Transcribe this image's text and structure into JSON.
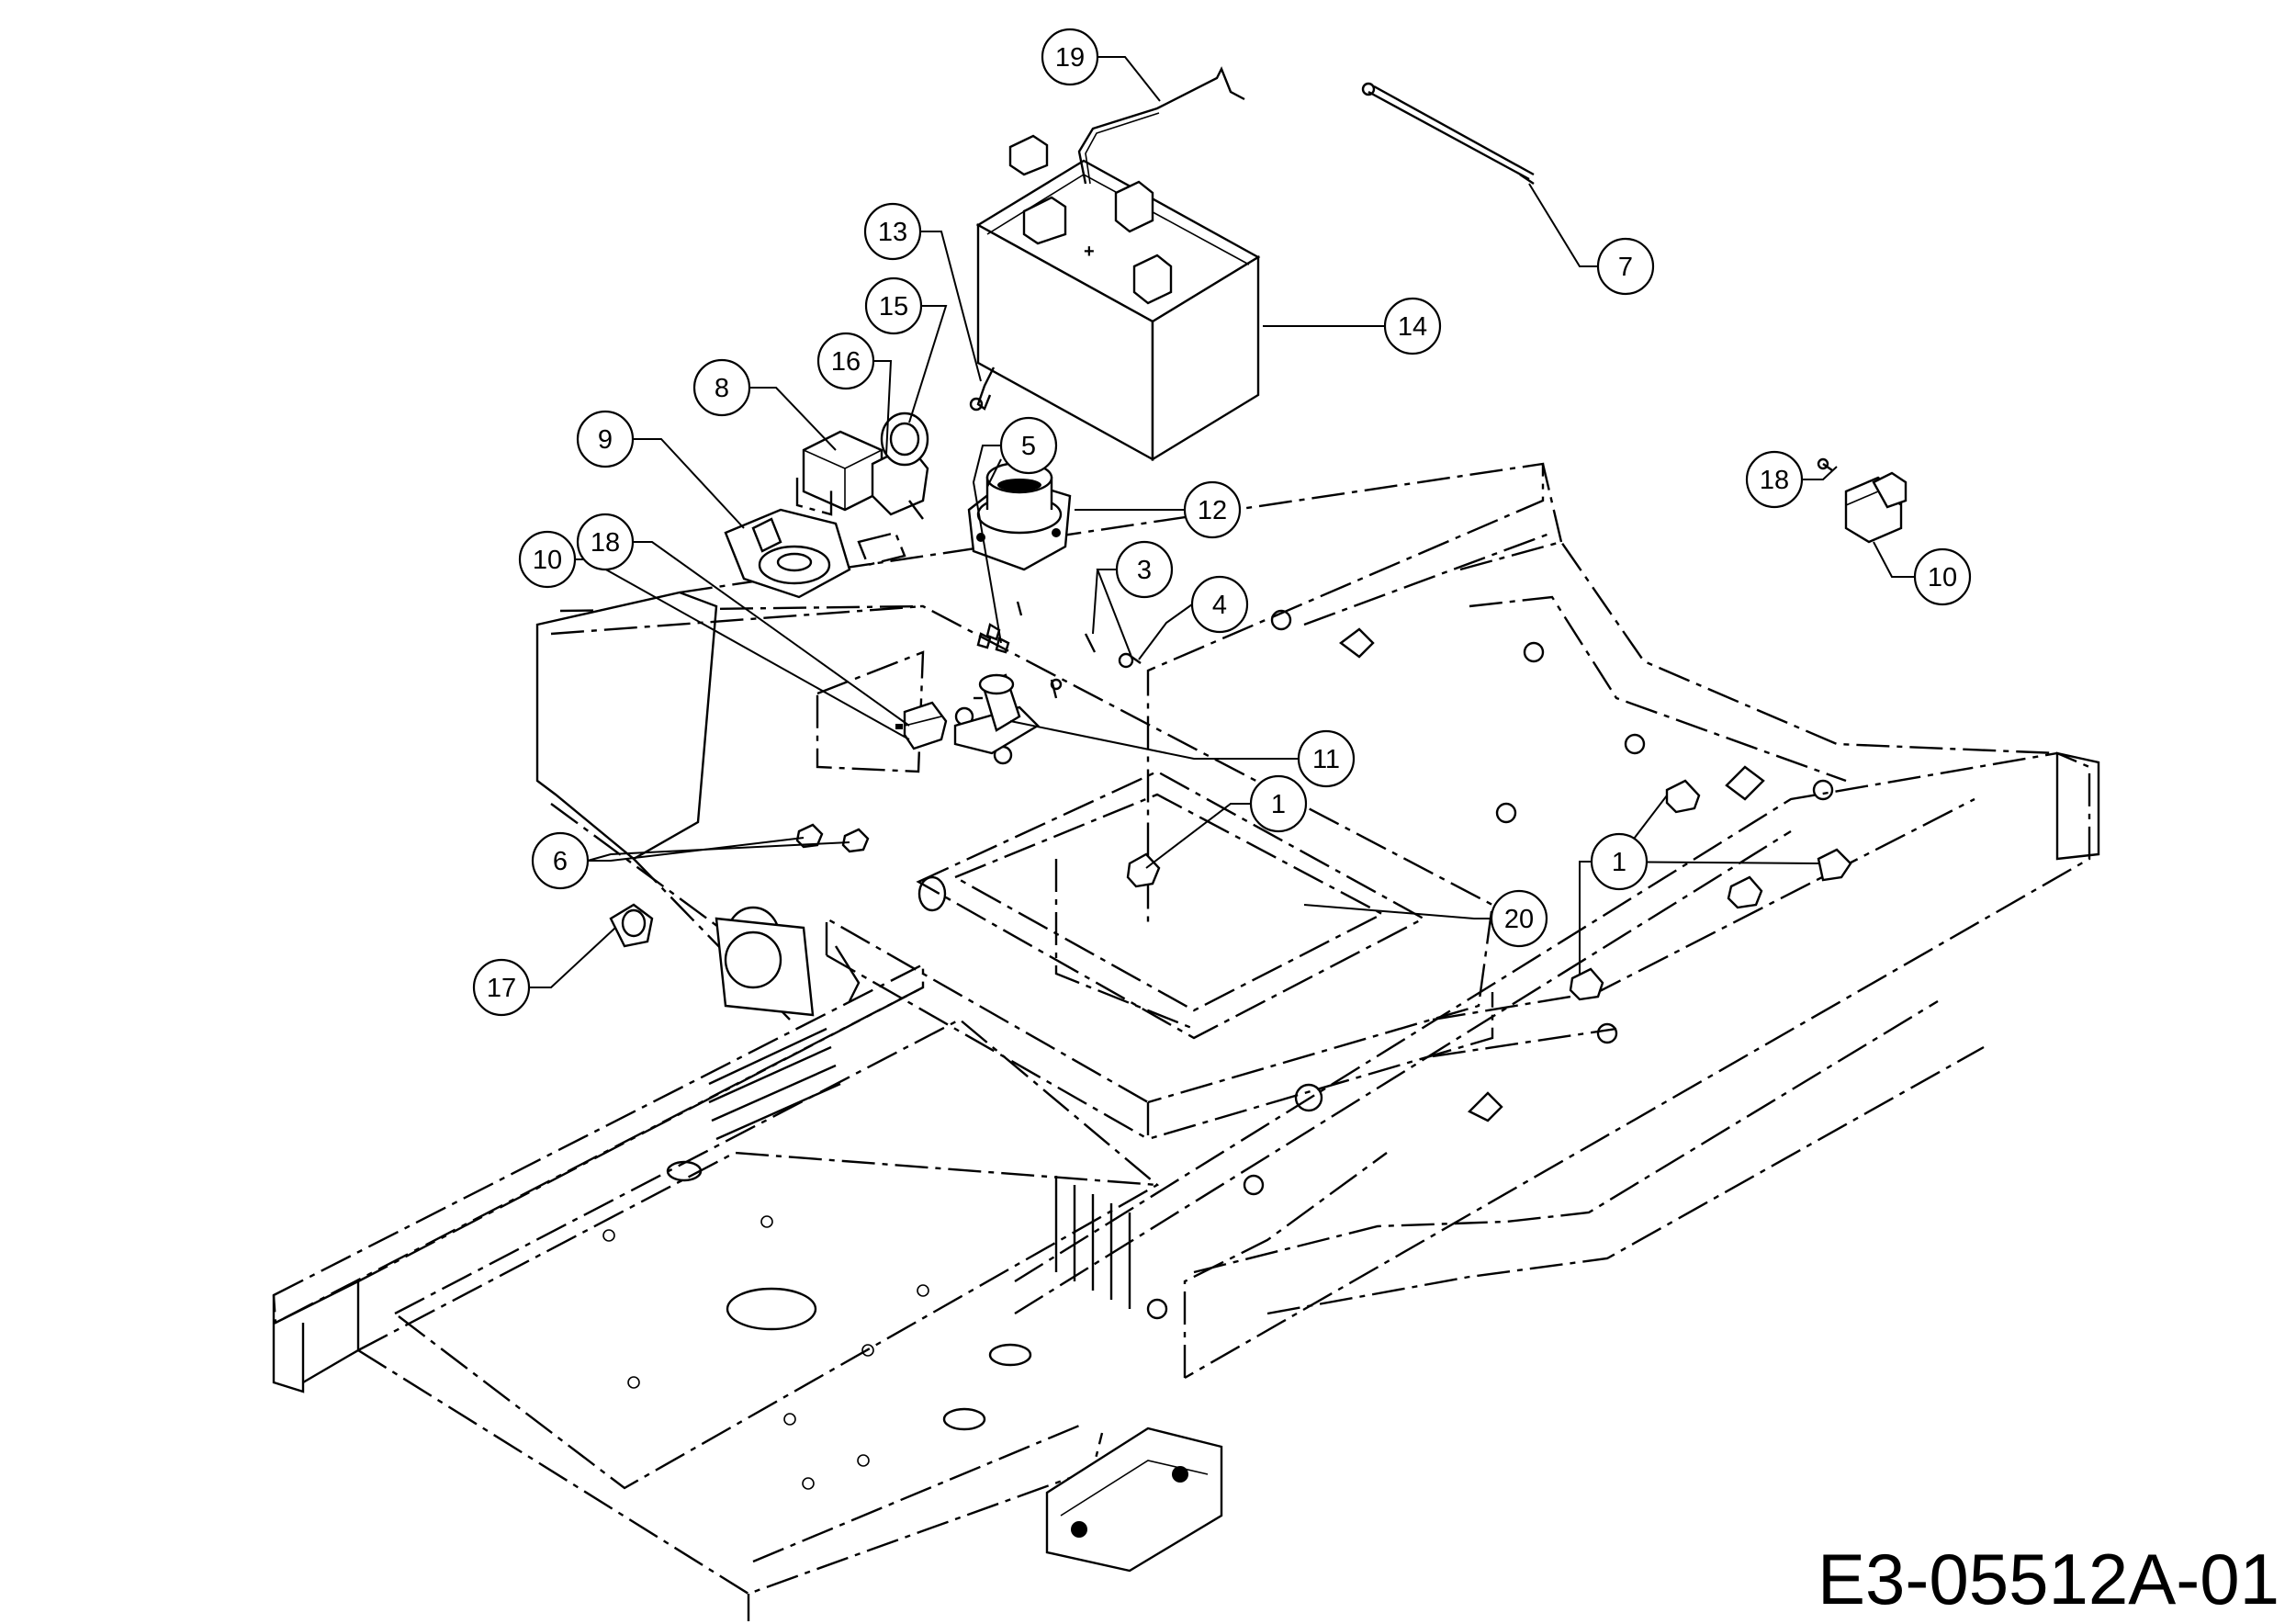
{
  "drawing_code": "E3-05512A-01",
  "callouts": [
    {
      "id": "c19",
      "label": "19"
    },
    {
      "id": "c7",
      "label": "7"
    },
    {
      "id": "c13",
      "label": "13"
    },
    {
      "id": "c14",
      "label": "14"
    },
    {
      "id": "c15",
      "label": "15"
    },
    {
      "id": "c16",
      "label": "16"
    },
    {
      "id": "c8",
      "label": "8"
    },
    {
      "id": "c9",
      "label": "9"
    },
    {
      "id": "c5",
      "label": "5"
    },
    {
      "id": "c12",
      "label": "12"
    },
    {
      "id": "c18a",
      "label": "18"
    },
    {
      "id": "c10a",
      "label": "10"
    },
    {
      "id": "c18b",
      "label": "18"
    },
    {
      "id": "c10b",
      "label": "10"
    },
    {
      "id": "c3",
      "label": "3"
    },
    {
      "id": "c4",
      "label": "4"
    },
    {
      "id": "c11",
      "label": "11"
    },
    {
      "id": "c1a",
      "label": "1"
    },
    {
      "id": "c1b",
      "label": "1"
    },
    {
      "id": "c6",
      "label": "6"
    },
    {
      "id": "c20",
      "label": "20"
    },
    {
      "id": "c17",
      "label": "17"
    }
  ]
}
